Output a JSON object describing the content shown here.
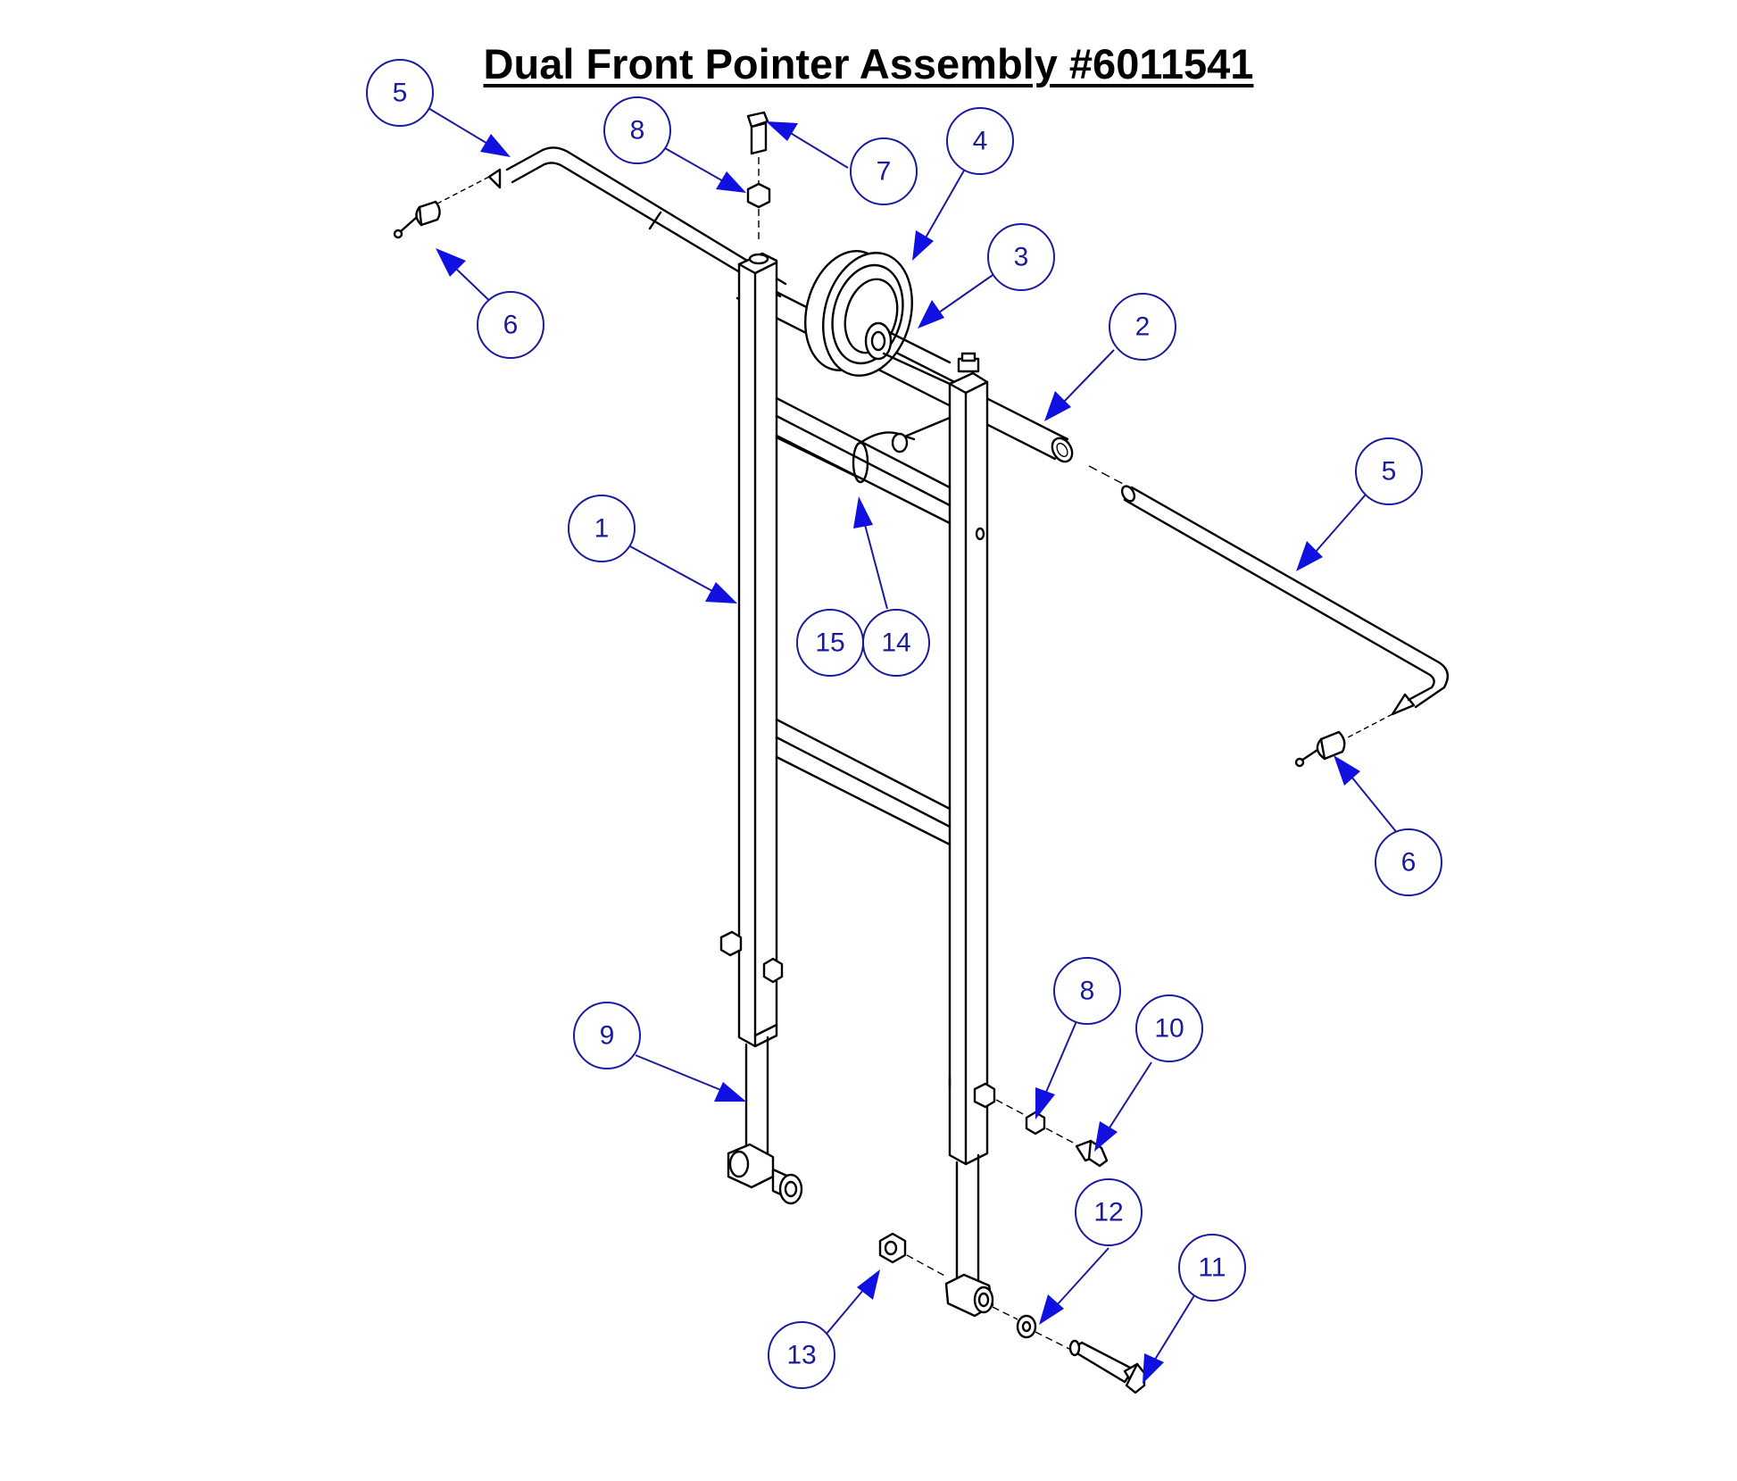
{
  "title": "Dual Front Pointer Assembly #6011541",
  "balloons": [
    {
      "id": "b-5-top",
      "label": "5"
    },
    {
      "id": "b-8-top",
      "label": "8"
    },
    {
      "id": "b-7",
      "label": "7"
    },
    {
      "id": "b-4",
      "label": "4"
    },
    {
      "id": "b-3",
      "label": "3"
    },
    {
      "id": "b-2",
      "label": "2"
    },
    {
      "id": "b-6-top",
      "label": "6"
    },
    {
      "id": "b-5-right",
      "label": "5"
    },
    {
      "id": "b-1",
      "label": "1"
    },
    {
      "id": "b-15",
      "label": "15"
    },
    {
      "id": "b-14",
      "label": "14"
    },
    {
      "id": "b-6-right",
      "label": "6"
    },
    {
      "id": "b-8-bottom",
      "label": "8"
    },
    {
      "id": "b-10",
      "label": "10"
    },
    {
      "id": "b-9",
      "label": "9"
    },
    {
      "id": "b-12",
      "label": "12"
    },
    {
      "id": "b-11",
      "label": "11"
    },
    {
      "id": "b-13",
      "label": "13"
    }
  ],
  "colors": {
    "balloon": "#1a1a9e",
    "arrow": "#1010e0",
    "line": "#000000"
  }
}
